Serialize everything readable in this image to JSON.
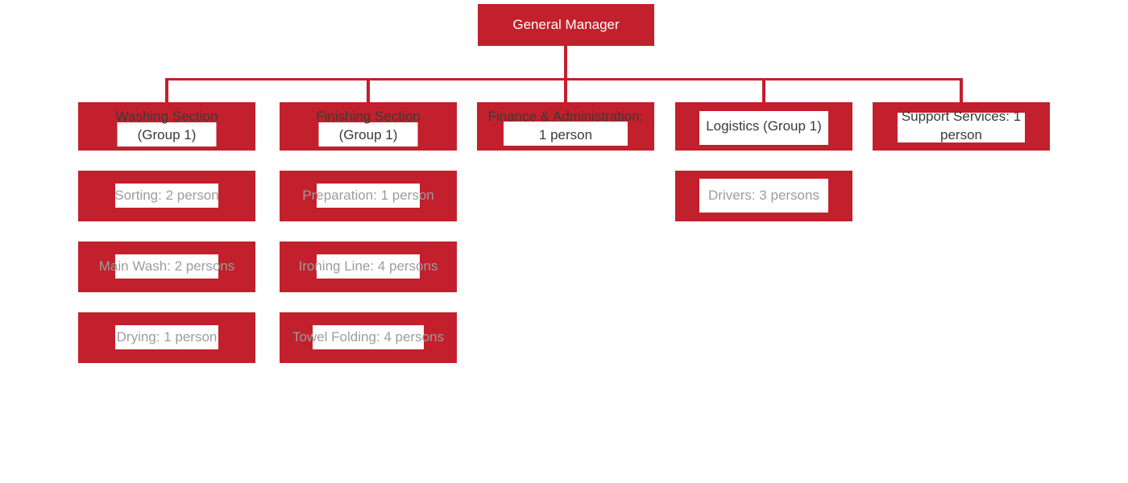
{
  "colors": {
    "box_red": "#c2202c",
    "connector_red": "#c2202c",
    "label_background": "#ffffff",
    "root_text": "#ffffff",
    "section_text": "#3a3a3a",
    "detail_text": "#9d9d9d"
  },
  "org": {
    "root": {
      "label": "General Manager"
    },
    "sections": [
      {
        "label": "Washing Section (Group 1)"
      },
      {
        "label": "Finishing Section (Group 1)"
      },
      {
        "label": "Finance & Administration: 1 person"
      },
      {
        "label": "Logistics (Group 1)"
      },
      {
        "label": "Support Services: 1 person"
      }
    ],
    "washing_children": [
      {
        "label": "Sorting: 2 person"
      },
      {
        "label": "Main Wash: 2 persons"
      },
      {
        "label": "Drying: 1 person"
      }
    ],
    "finishing_children": [
      {
        "label": "Preparation: 1 person"
      },
      {
        "label": "Ironing Line: 4 persons"
      },
      {
        "label": "Towel Folding: 4 persons"
      }
    ],
    "logistics_children": [
      {
        "label": "Drivers: 3 persons"
      }
    ]
  }
}
